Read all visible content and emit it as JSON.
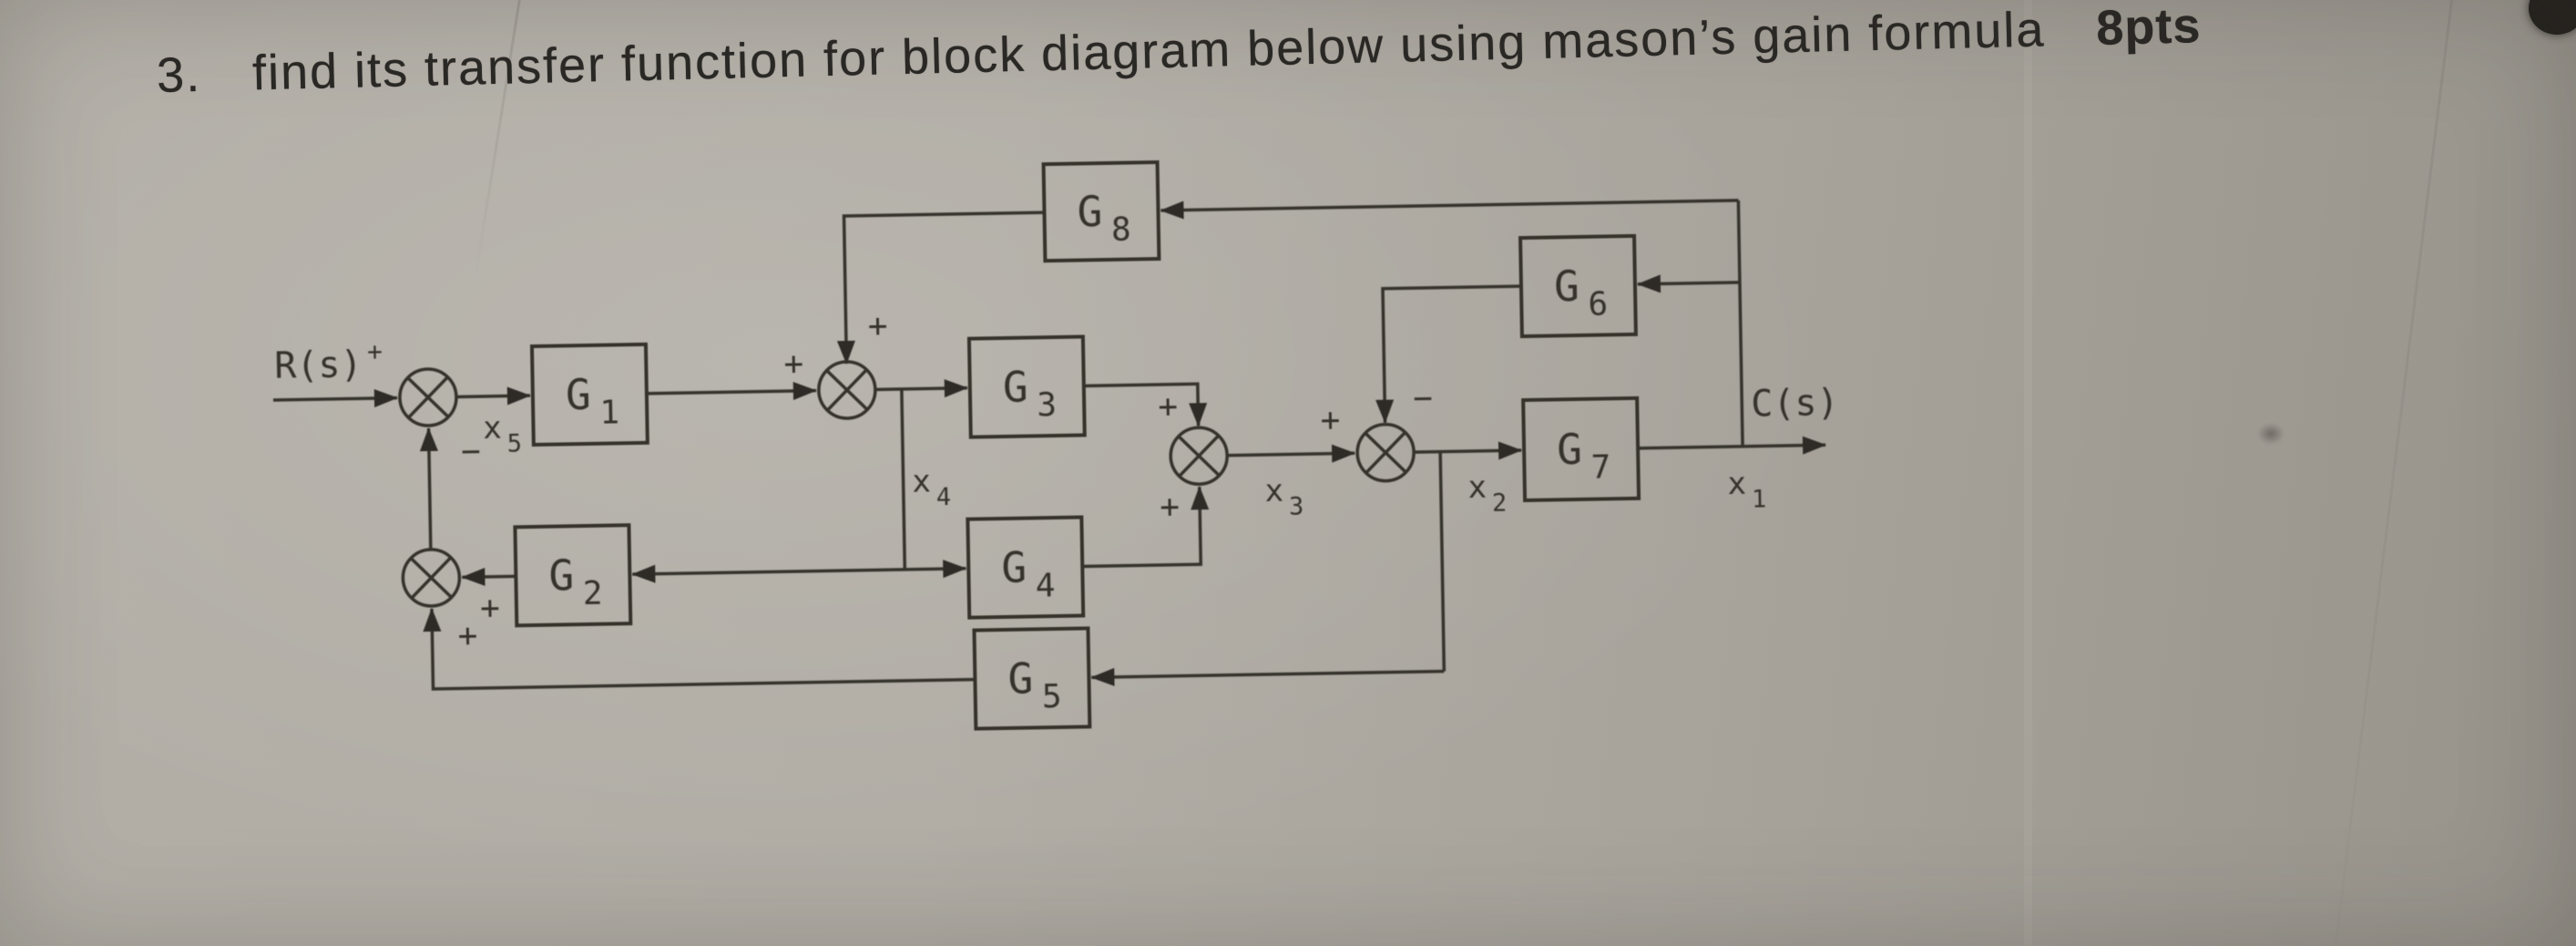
{
  "title": {
    "number": "3.",
    "text": "find its transfer function for block diagram below using mason’s gain formula",
    "points": "8pts"
  },
  "io": {
    "input_label": "R(s)",
    "input_sign": "+",
    "output_label": "C(s)"
  },
  "blocks": {
    "g1": {
      "label": "G",
      "sub": "1"
    },
    "g2": {
      "label": "G",
      "sub": "2"
    },
    "g3": {
      "label": "G",
      "sub": "3"
    },
    "g4": {
      "label": "G",
      "sub": "4"
    },
    "g5": {
      "label": "G",
      "sub": "5"
    },
    "g6": {
      "label": "G",
      "sub": "6"
    },
    "g7": {
      "label": "G",
      "sub": "7"
    },
    "g8": {
      "label": "G",
      "sub": "8"
    }
  },
  "signals": {
    "x1": {
      "label": "x",
      "sub": "1"
    },
    "x2": {
      "label": "x",
      "sub": "2"
    },
    "x3": {
      "label": "x",
      "sub": "3"
    },
    "x4": {
      "label": "x",
      "sub": "4"
    },
    "x5": {
      "label": "x",
      "sub": "5"
    }
  },
  "sums": {
    "sum1": {
      "bottom_sign": "−"
    },
    "sum2": {
      "left_sign": "+",
      "top_sign": "+"
    },
    "sum3": {
      "top_sign": "+",
      "bottom_sign": "+"
    },
    "sum4": {
      "left_sign": "+",
      "top_sign": "−"
    },
    "sum5": {
      "right_sign": "+",
      "bottom_sign": "+"
    }
  },
  "colors": {
    "paper": "#aba79e",
    "ink": "#35312a",
    "title_text": "#2b2926"
  }
}
